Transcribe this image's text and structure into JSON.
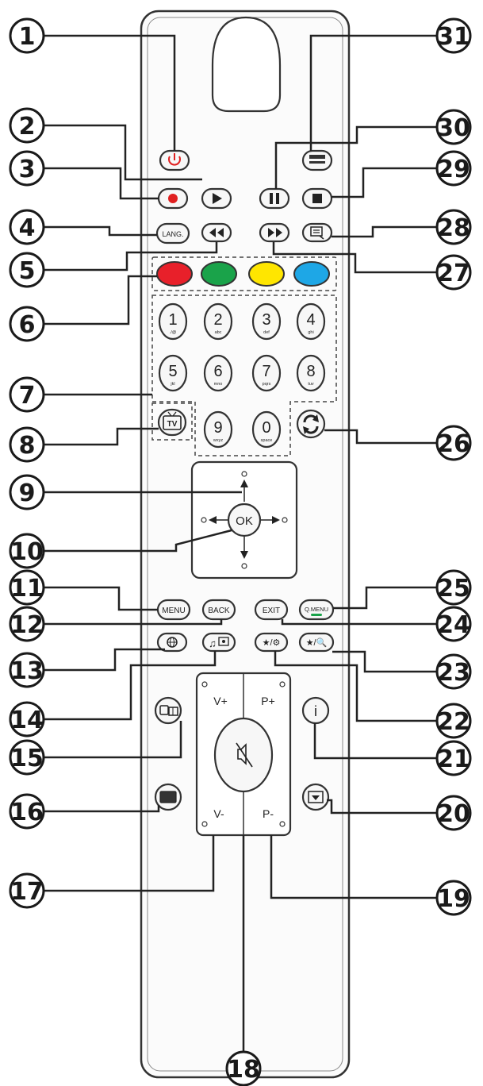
{
  "buttons": {
    "lang": "LANG.",
    "tv": "TV",
    "ok": "OK",
    "menu": "MENU",
    "back": "BACK",
    "exit": "EXIT",
    "qmenu": "Q.MENU",
    "vol_up": "V+",
    "vol_down": "V-",
    "prog_up": "P+",
    "prog_down": "P-",
    "info": "i",
    "fav_subtitle": "★/⚙",
    "fav_search": "★/🔍",
    "numbers": [
      "1",
      "2",
      "3",
      "4",
      "5",
      "6",
      "7",
      "8",
      "9",
      "0"
    ],
    "sublabels": [
      "./@",
      "abc",
      "def",
      "ghi",
      "jkl",
      "mno",
      "pqrs",
      "tuv",
      "wxyz",
      "space"
    ]
  },
  "callouts": [
    "1",
    "2",
    "3",
    "4",
    "5",
    "6",
    "7",
    "8",
    "9",
    "10",
    "11",
    "12",
    "13",
    "14",
    "15",
    "16",
    "17",
    "18",
    "19",
    "20",
    "21",
    "22",
    "23",
    "24",
    "25",
    "26",
    "27",
    "28",
    "29",
    "30",
    "31"
  ],
  "colors": {
    "red": "#e8202a",
    "green": "#1aa34a",
    "yellow": "#ffe600",
    "blue": "#1ea7e6",
    "record": "#e02020",
    "power": "#e02020",
    "outline": "#333333"
  }
}
